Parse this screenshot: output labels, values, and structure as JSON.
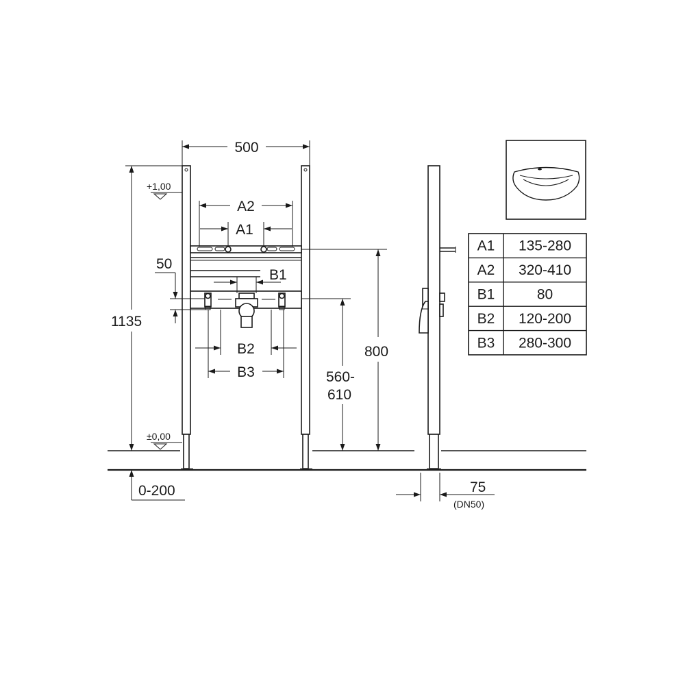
{
  "dimensions": {
    "width": "500",
    "a2": "A2",
    "a1": "A1",
    "b1": "B1",
    "b2": "B2",
    "b3": "B3",
    "fifty": "50",
    "total_height": "1135",
    "height_800": "800",
    "height_560": "560-",
    "height_610": "610",
    "floor_adjust": "0-200",
    "depth": "75",
    "depth_note": "(DN50)"
  },
  "levels": {
    "upper": "+1,00",
    "zero": "±0,00"
  },
  "table": {
    "rows": [
      {
        "key": "A1",
        "value": "135-280"
      },
      {
        "key": "A2",
        "value": "320-410"
      },
      {
        "key": "B1",
        "value": "80"
      },
      {
        "key": "B2",
        "value": "120-200"
      },
      {
        "key": "B3",
        "value": "280-300"
      }
    ]
  },
  "icons": {
    "thumbnail": "washbasin-icon"
  }
}
